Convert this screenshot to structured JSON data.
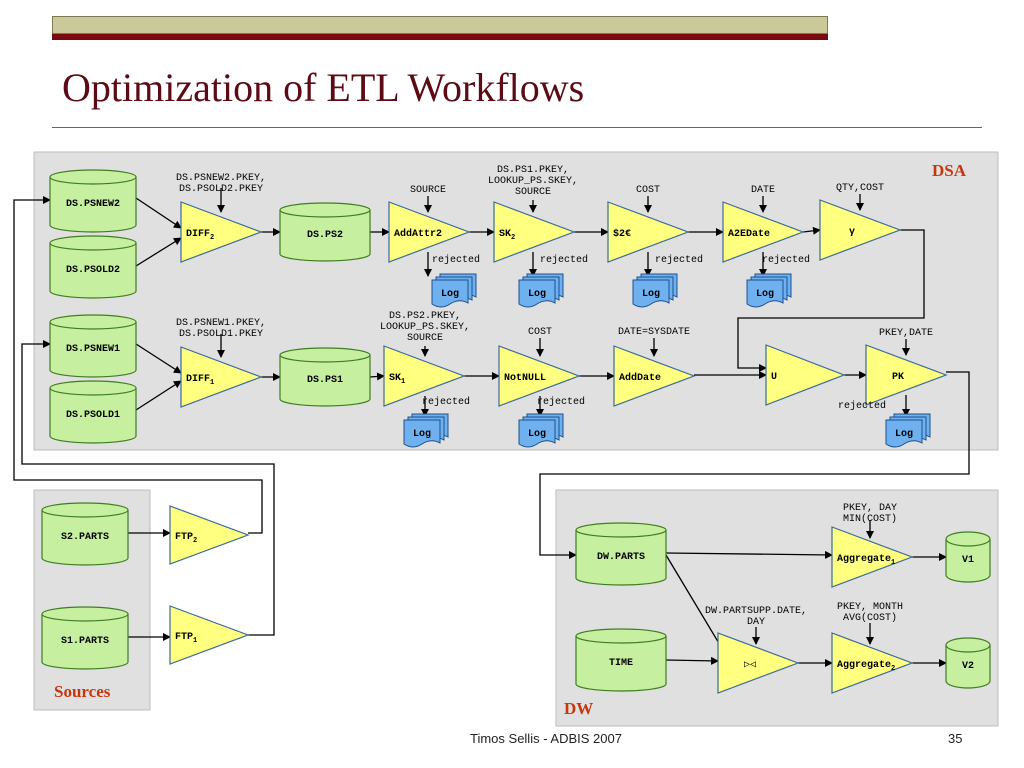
{
  "slide": {
    "title": "Optimization of ETL Workflows",
    "footer": "Timos Sellis - ADBIS 2007",
    "page_number": "35"
  },
  "zones": {
    "dsa": "DSA",
    "sources": "Sources",
    "dw": "DW"
  },
  "stores": {
    "ds_psnew2": "DS.PSNEW2",
    "ds_psold2": "DS.PSOLD2",
    "ds_psnew1": "DS.PSNEW1",
    "ds_psold1": "DS.PSOLD1",
    "ds_ps2": "DS.PS2",
    "ds_ps1": "DS.PS1",
    "s2_parts": "S2.PARTS",
    "s1_parts": "S1.PARTS",
    "dw_parts": "DW.PARTS",
    "time": "TIME",
    "v1": "V1",
    "v2": "V2"
  },
  "activities": {
    "diff2": {
      "label": "DIFF",
      "sub": "2"
    },
    "diff1": {
      "label": "DIFF",
      "sub": "1"
    },
    "addattr2": {
      "label": "AddAttr2"
    },
    "sk2": {
      "label": "SK",
      "sub": "2"
    },
    "conv": {
      "label": "$2€"
    },
    "a2edate": {
      "label": "A2EDate"
    },
    "gamma": {
      "label": "γ"
    },
    "sk1": {
      "label": "SK",
      "sub": "1"
    },
    "notnull": {
      "label": "NotNULL"
    },
    "adddate": {
      "label": "AddDate"
    },
    "union": {
      "label": "U"
    },
    "pk": {
      "label": "PK"
    },
    "ftp2": {
      "label": "FTP",
      "sub": "2"
    },
    "ftp1": {
      "label": "FTP",
      "sub": "1"
    },
    "aggregate1": {
      "label": "Aggregate",
      "sub": "1"
    },
    "aggregate2": {
      "label": "Aggregate",
      "sub": "2"
    },
    "join": {
      "label": "▷◁"
    }
  },
  "params": {
    "diff2": [
      "DS.PSNEW2.PKEY,",
      "DS.PSOLD2.PKEY"
    ],
    "addattr2": [
      "SOURCE"
    ],
    "sk2": [
      "DS.PS1.PKEY,",
      "LOOKUP_PS.SKEY,",
      "SOURCE"
    ],
    "conv": [
      "COST"
    ],
    "a2edate": [
      "DATE"
    ],
    "gamma": [
      "QTY,COST"
    ],
    "diff1": [
      "DS.PSNEW1.PKEY,",
      "DS.PSOLD1.PKEY"
    ],
    "sk1": [
      "DS.PS2.PKEY,",
      "LOOKUP_PS.SKEY,",
      "SOURCE"
    ],
    "notnull": [
      "COST"
    ],
    "adddate": [
      "DATE=SYSDATE"
    ],
    "pk": [
      "PKEY,DATE"
    ],
    "aggregate1": [
      "PKEY, DAY",
      "MIN(COST)"
    ],
    "join": [
      "DW.PARTSUPP.DATE,",
      "DAY"
    ],
    "aggregate2": [
      "PKEY, MONTH",
      "AVG(COST)"
    ]
  },
  "logs": {
    "rejected_label": "rejected",
    "log_label": "Log"
  }
}
